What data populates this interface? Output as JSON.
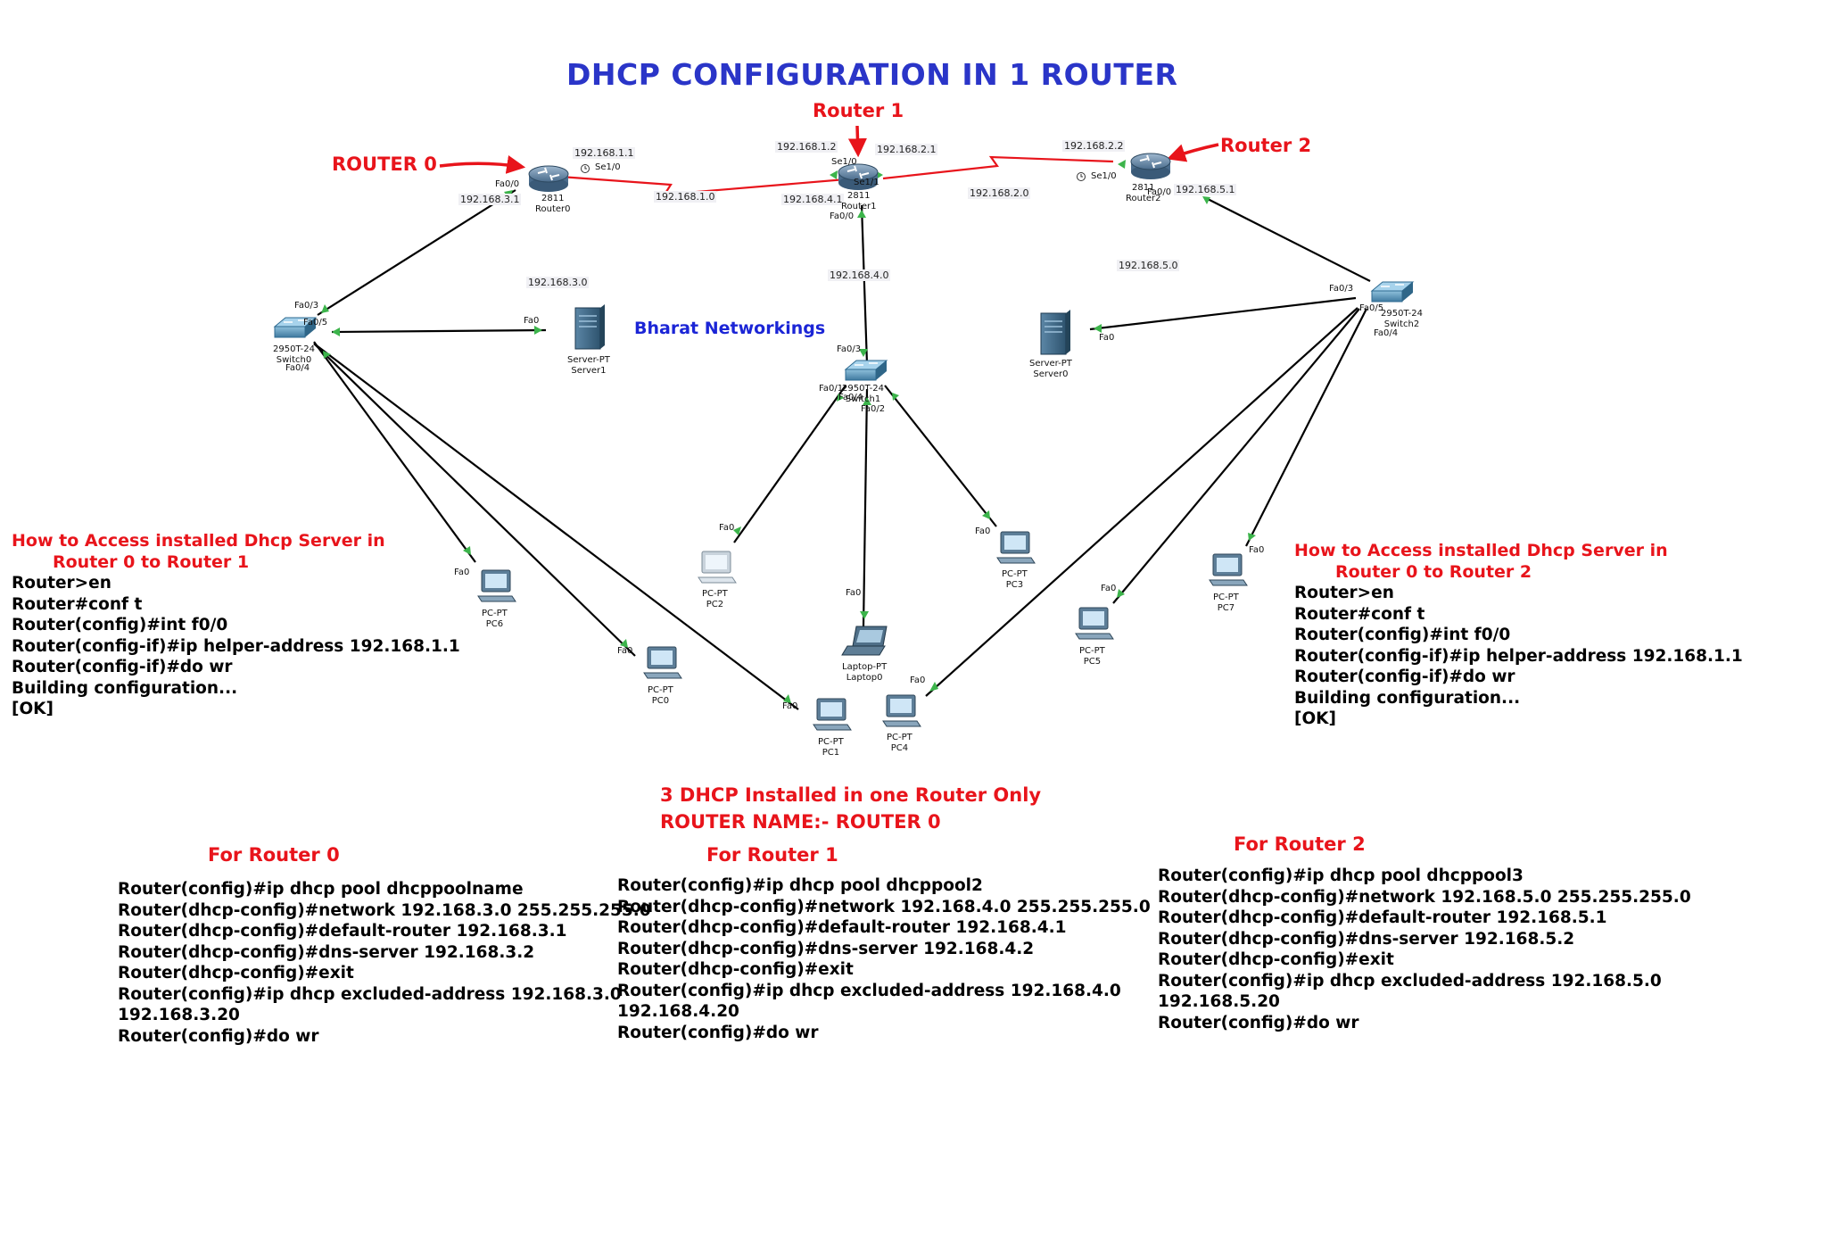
{
  "title": "DHCP CONFIGURATION IN 1 ROUTER",
  "brand": "Bharat Networkings",
  "colors": {
    "title": "#2a35c8",
    "annotation": "#e8141b",
    "link_serial": "#e8141b",
    "link_ethernet": "#000000",
    "port_up": "#3cb44b"
  },
  "annotations": {
    "router0": "ROUTER 0",
    "router1": "Router 1",
    "router2": "Router 2"
  },
  "ip_labels": {
    "r0_se": "192.168.1.1",
    "r0_fa": "192.168.3.1",
    "r1_left": "192.168.1.2",
    "r1_right": "192.168.2.1",
    "r1_fa": "192.168.4.1",
    "r2_se": "192.168.2.2",
    "r2_fa": "192.168.5.1",
    "net1": "192.168.1.0",
    "net2": "192.168.2.0",
    "net3": "192.168.3.0",
    "net4": "192.168.4.0",
    "net5": "192.168.5.0"
  },
  "devices": {
    "router0": {
      "model": "2811",
      "name": "Router0",
      "icon": "router-icon"
    },
    "router1": {
      "model": "2811",
      "name": "Router1",
      "icon": "router-icon"
    },
    "router2": {
      "model": "2811",
      "name": "Router2",
      "icon": "router-icon"
    },
    "switch0": {
      "model": "2950T-24",
      "name": "Switch0",
      "icon": "switch-icon"
    },
    "switch1": {
      "model": "2950T-24",
      "name": "Switch1",
      "icon": "switch-icon"
    },
    "switch2": {
      "model": "2950T-24",
      "name": "Switch2",
      "icon": "switch-icon"
    },
    "server1": {
      "model": "Server-PT",
      "name": "Server1",
      "icon": "server-icon"
    },
    "server0": {
      "model": "Server-PT",
      "name": "Server0",
      "icon": "server-icon"
    },
    "pc0": {
      "model": "PC-PT",
      "name": "PC0",
      "icon": "pc-icon"
    },
    "pc1": {
      "model": "PC-PT",
      "name": "PC1",
      "icon": "pc-icon"
    },
    "pc2": {
      "model": "PC-PT",
      "name": "PC2",
      "icon": "pc-icon"
    },
    "pc3": {
      "model": "PC-PT",
      "name": "PC3",
      "icon": "pc-icon"
    },
    "pc4": {
      "model": "PC-PT",
      "name": "PC4",
      "icon": "pc-icon"
    },
    "pc5": {
      "model": "PC-PT",
      "name": "PC5",
      "icon": "pc-icon"
    },
    "pc6": {
      "model": "PC-PT",
      "name": "PC6",
      "icon": "pc-icon"
    },
    "pc7": {
      "model": "PC-PT",
      "name": "PC7",
      "icon": "pc-icon"
    },
    "laptop0": {
      "model": "Laptop-PT",
      "name": "Laptop0",
      "icon": "laptop-icon"
    }
  },
  "ports": {
    "se10": "Se1/0",
    "se11": "Se1/1",
    "fa00": "Fa0/0",
    "fa0": "Fa0",
    "fa02": "Fa0/2",
    "fa03": "Fa0/3",
    "fa04": "Fa0/4",
    "fa05": "Fa0/5",
    "fa01": "Fa0/1"
  },
  "access_left": {
    "heading1": "How to Access installed Dhcp Server in",
    "heading2": "Router 0 to Router 1",
    "lines": [
      "Router>en",
      "Router#conf t",
      "Router(config)#int f0/0",
      "Router(config-if)#ip helper-address 192.168.1.1",
      "Router(config-if)#do wr",
      "Building configuration...",
      "[OK]"
    ]
  },
  "access_right": {
    "heading1": "How to Access installed Dhcp Server in",
    "heading2": "Router 0 to Router 2",
    "lines": [
      "Router>en",
      "Router#conf t",
      "Router(config)#int f0/0",
      "Router(config-if)#ip helper-address 192.168.1.1",
      "Router(config-if)#do wr",
      "Building configuration...",
      "[OK]"
    ]
  },
  "center_note": {
    "line1": "3 DHCP Installed in one Router Only",
    "line2": "ROUTER NAME:- ROUTER 0"
  },
  "config_r0": {
    "heading": "For Router 0",
    "lines": [
      "Router(config)#ip dhcp pool dhcppoolname",
      "Router(dhcp-config)#network 192.168.3.0 255.255.255.0",
      "Router(dhcp-config)#default-router 192.168.3.1",
      "Router(dhcp-config)#dns-server 192.168.3.2",
      "Router(dhcp-config)#exit",
      "Router(config)#ip dhcp excluded-address 192.168.3.0",
      "192.168.3.20",
      "Router(config)#do wr"
    ]
  },
  "config_r1": {
    "heading": "For Router 1",
    "lines": [
      "Router(config)#ip dhcp pool dhcppool2",
      "Router(dhcp-config)#network 192.168.4.0 255.255.255.0",
      "Router(dhcp-config)#default-router 192.168.4.1",
      "Router(dhcp-config)#dns-server 192.168.4.2",
      "Router(dhcp-config)#exit",
      "Router(config)#ip dhcp excluded-address 192.168.4.0",
      "192.168.4.20",
      "Router(config)#do wr"
    ]
  },
  "config_r2": {
    "heading": "For Router 2",
    "lines": [
      "Router(config)#ip dhcp pool dhcppool3",
      "Router(dhcp-config)#network 192.168.5.0 255.255.255.0",
      "Router(dhcp-config)#default-router 192.168.5.1",
      "Router(dhcp-config)#dns-server 192.168.5.2",
      "Router(dhcp-config)#exit",
      "Router(config)#ip dhcp excluded-address 192.168.5.0",
      "192.168.5.20",
      "Router(config)#do wr"
    ]
  }
}
